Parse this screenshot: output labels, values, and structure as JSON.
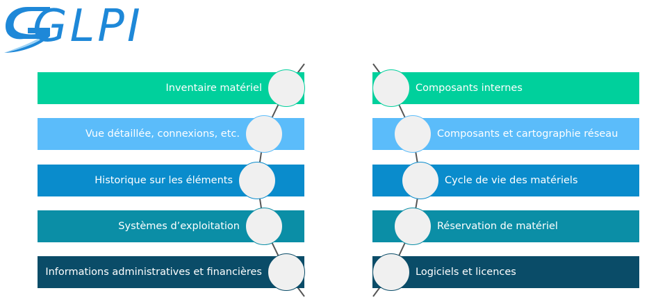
{
  "logo": {
    "text": "GLPI",
    "color": "#1e88d8"
  },
  "left_items": [
    {
      "label": "Inventaire matériel",
      "color": "#00d09c",
      "ring": "#00d09c"
    },
    {
      "label": "Vue détaillée, connexions, etc.",
      "color": "#5bbcfa",
      "ring": "#5bbcfa"
    },
    {
      "label": "Historique sur les éléments",
      "color": "#0a8ccc",
      "ring": "#0a8ccc"
    },
    {
      "label": "Systèmes d’exploitation",
      "color": "#0b8ea6",
      "ring": "#0b8ea6"
    },
    {
      "label": "Informations administratives et financières",
      "color": "#0a4c68",
      "ring": "#0a4c68"
    }
  ],
  "right_items": [
    {
      "label": "Composants internes",
      "color": "#00d09c",
      "ring": "#00d09c"
    },
    {
      "label": "Composants et cartographie réseau",
      "color": "#5bbcfa",
      "ring": "#5bbcfa"
    },
    {
      "label": "Cycle de vie des matériels",
      "color": "#0a8ccc",
      "ring": "#0a8ccc"
    },
    {
      "label": "Réservation de matériel",
      "color": "#0b8ea6",
      "ring": "#0b8ea6"
    },
    {
      "label": "Logiciels et licences",
      "color": "#0a4c68",
      "ring": "#0a4c68"
    }
  ]
}
